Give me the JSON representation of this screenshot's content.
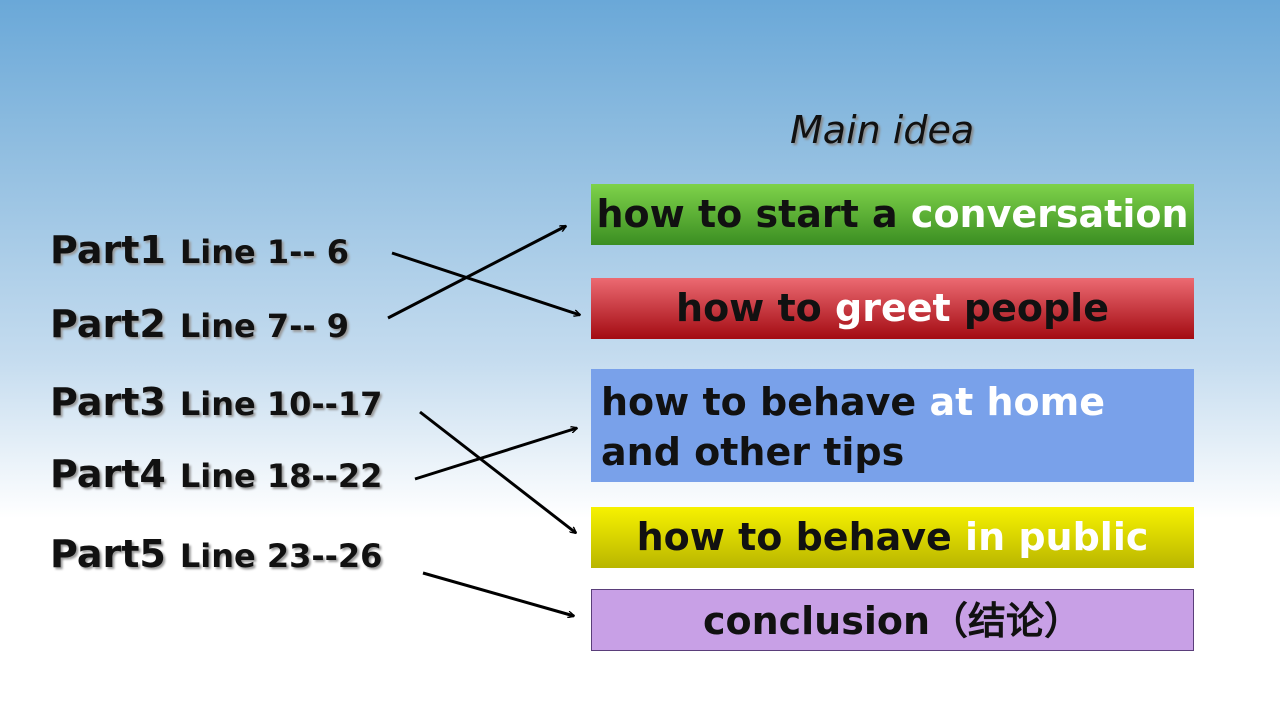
{
  "title": "Main idea",
  "parts": [
    {
      "name": "Part1",
      "lines": "Line 1-- 6"
    },
    {
      "name": "Part2",
      "lines": "Line 7-- 9"
    },
    {
      "name": "Part3",
      "lines": "Line 10--17"
    },
    {
      "name": "Part4",
      "lines": "Line 18--22"
    },
    {
      "name": "Part5",
      "lines": "Line 23--26"
    }
  ],
  "ideas": [
    {
      "pre": "how to start a ",
      "hl": "conversation",
      "post": "",
      "color": "#5aa836"
    },
    {
      "pre": "how to ",
      "hl": "greet",
      "post": " people",
      "color": "#c8202a"
    },
    {
      "pre": "how to behave ",
      "hl": "at home",
      "post": " and other tips",
      "color": "#79a1ea"
    },
    {
      "pre": "how to behave ",
      "hl": "in public",
      "post": "",
      "color": "#e6e000"
    },
    {
      "pre": "conclusion",
      "hl": "",
      "post": "（结论）",
      "color": "#c8a0e6"
    }
  ]
}
